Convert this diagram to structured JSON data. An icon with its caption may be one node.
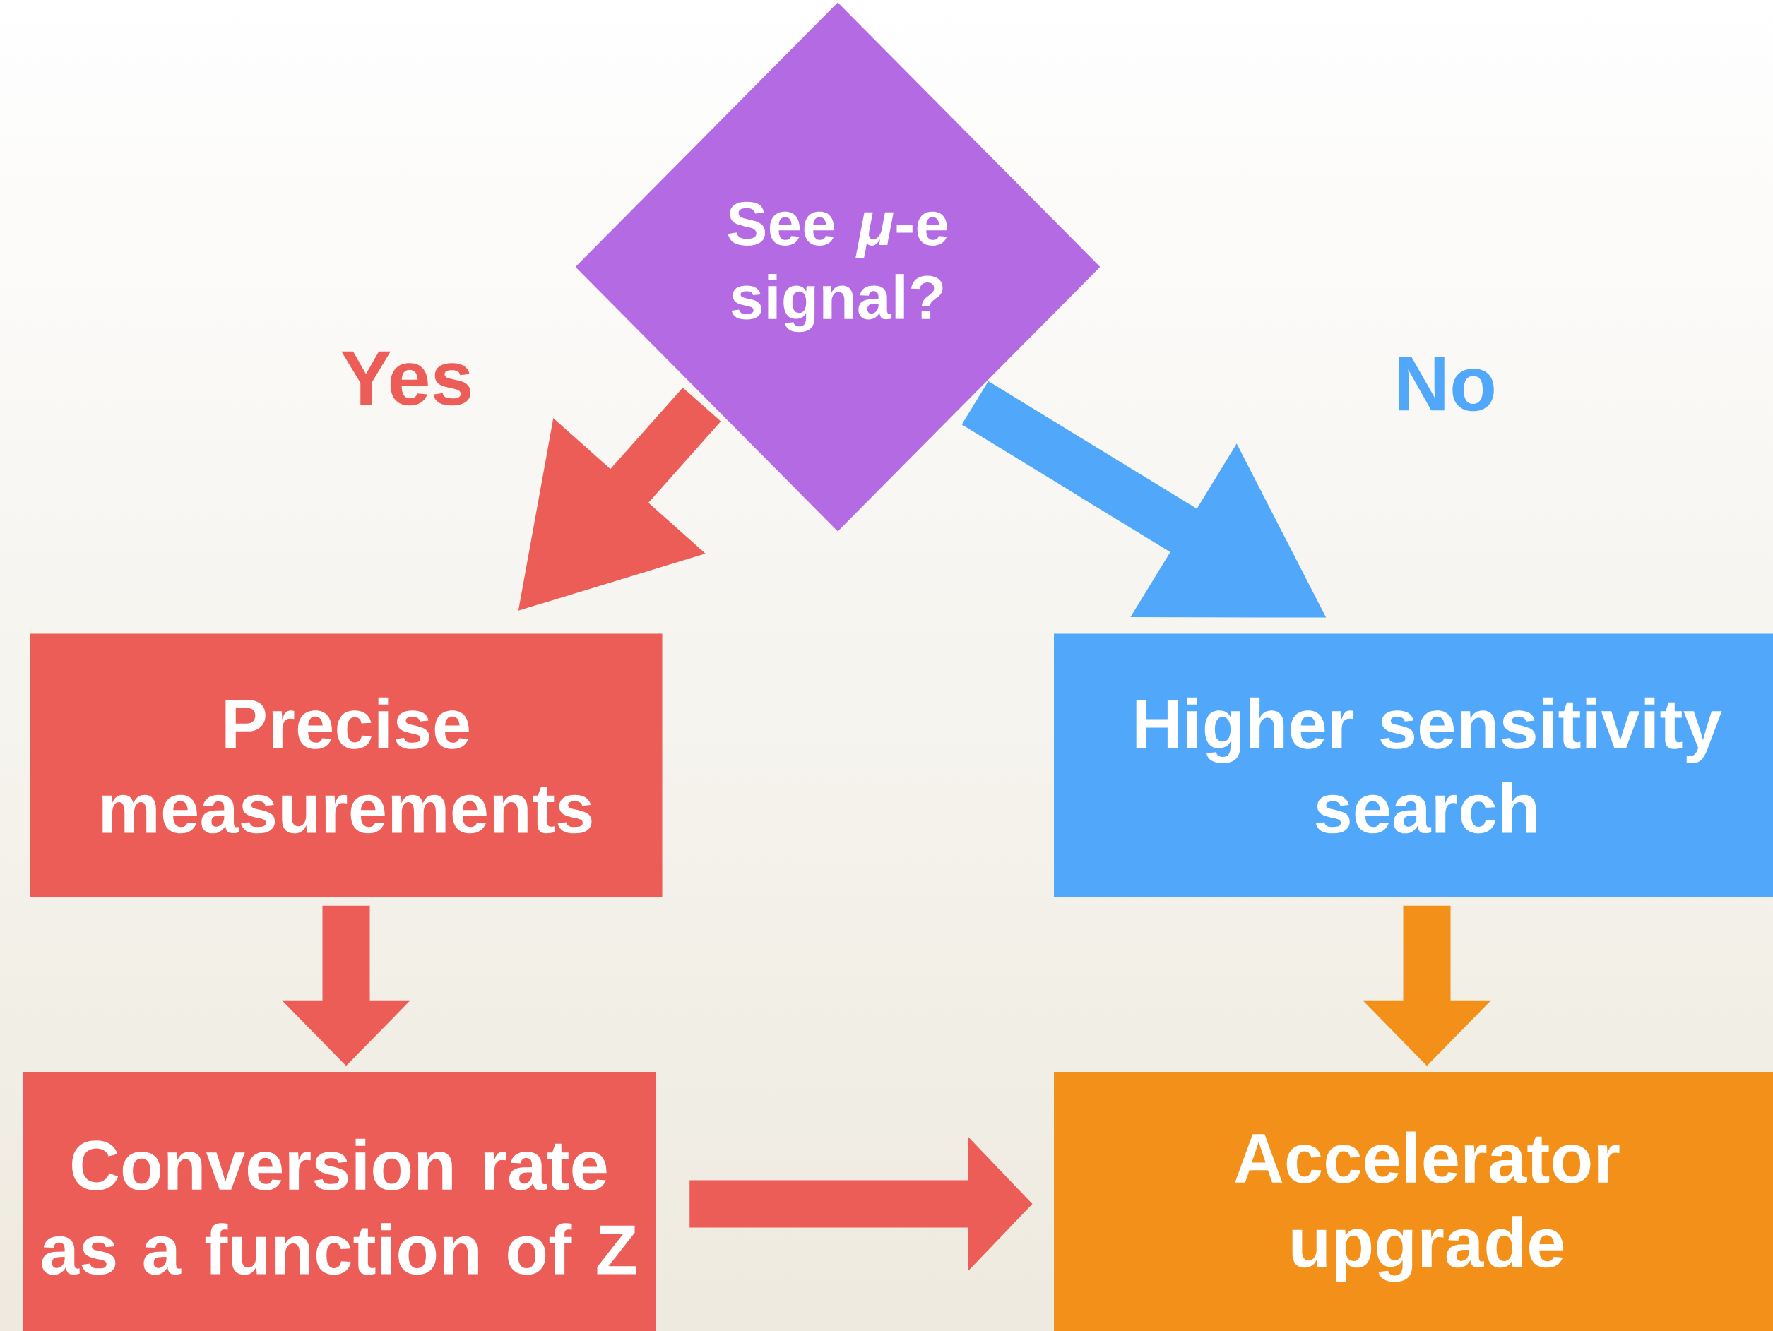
{
  "diagram": {
    "nodes": [
      {
        "text": [
          "See *μ*-e signal?"
        ]
      },
      {
        "text": [
          "Precise measurements"
        ]
      },
      {
        "text": [
          "Higher sensitivity search"
        ]
      },
      {
        "text": [
          "Conversion rate as a function of Z"
        ]
      },
      {
        "text": [
          "Accelerator upgrade"
        ]
      }
    ],
    "edges": [
      {
        "from": 0,
        "to": 1,
        "arrow": "to",
        "label": "Yes"
      },
      {
        "from": 0,
        "to": 2,
        "arrow": "to",
        "label": "No",
        "color": "#51a7f9"
      },
      {
        "from": 1,
        "to": 3,
        "arrow": "to"
      },
      {
        "from": 2,
        "to": 4,
        "arrow": "to",
        "color": "#f39019"
      },
      {
        "from": 3,
        "to": 4,
        "arrow": "to"
      }
    ]
  }
}
